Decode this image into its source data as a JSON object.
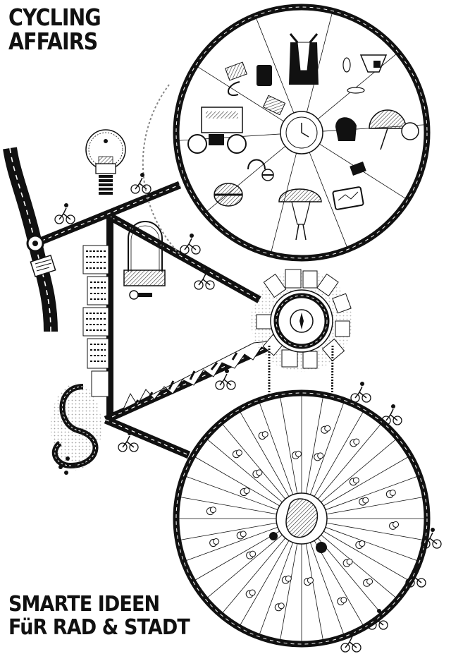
{
  "poster": {
    "title_line1": "CYCLING",
    "title_line2": "AFFAIRS",
    "subtitle_line1": "SMARTE IDEEN",
    "subtitle_line2": "FüR RAD & STADT"
  },
  "colors": {
    "ink": "#111111",
    "paper": "#ffffff",
    "road_marking": "#ffffff",
    "hatch": "#555555"
  },
  "icons": [
    "bicycle-wheel-icon",
    "lightbulb-icon",
    "bike-lock-icon",
    "roundabout-icon",
    "cyclist-icon",
    "city-skyline-icon",
    "solar-panel-icon",
    "cargo-bike-icon",
    "umbrella-bike-icon",
    "smartphone-icon",
    "helmet-icon",
    "tree-icon",
    "lake-icon",
    "road-sign-icon",
    "winding-road-icon"
  ]
}
